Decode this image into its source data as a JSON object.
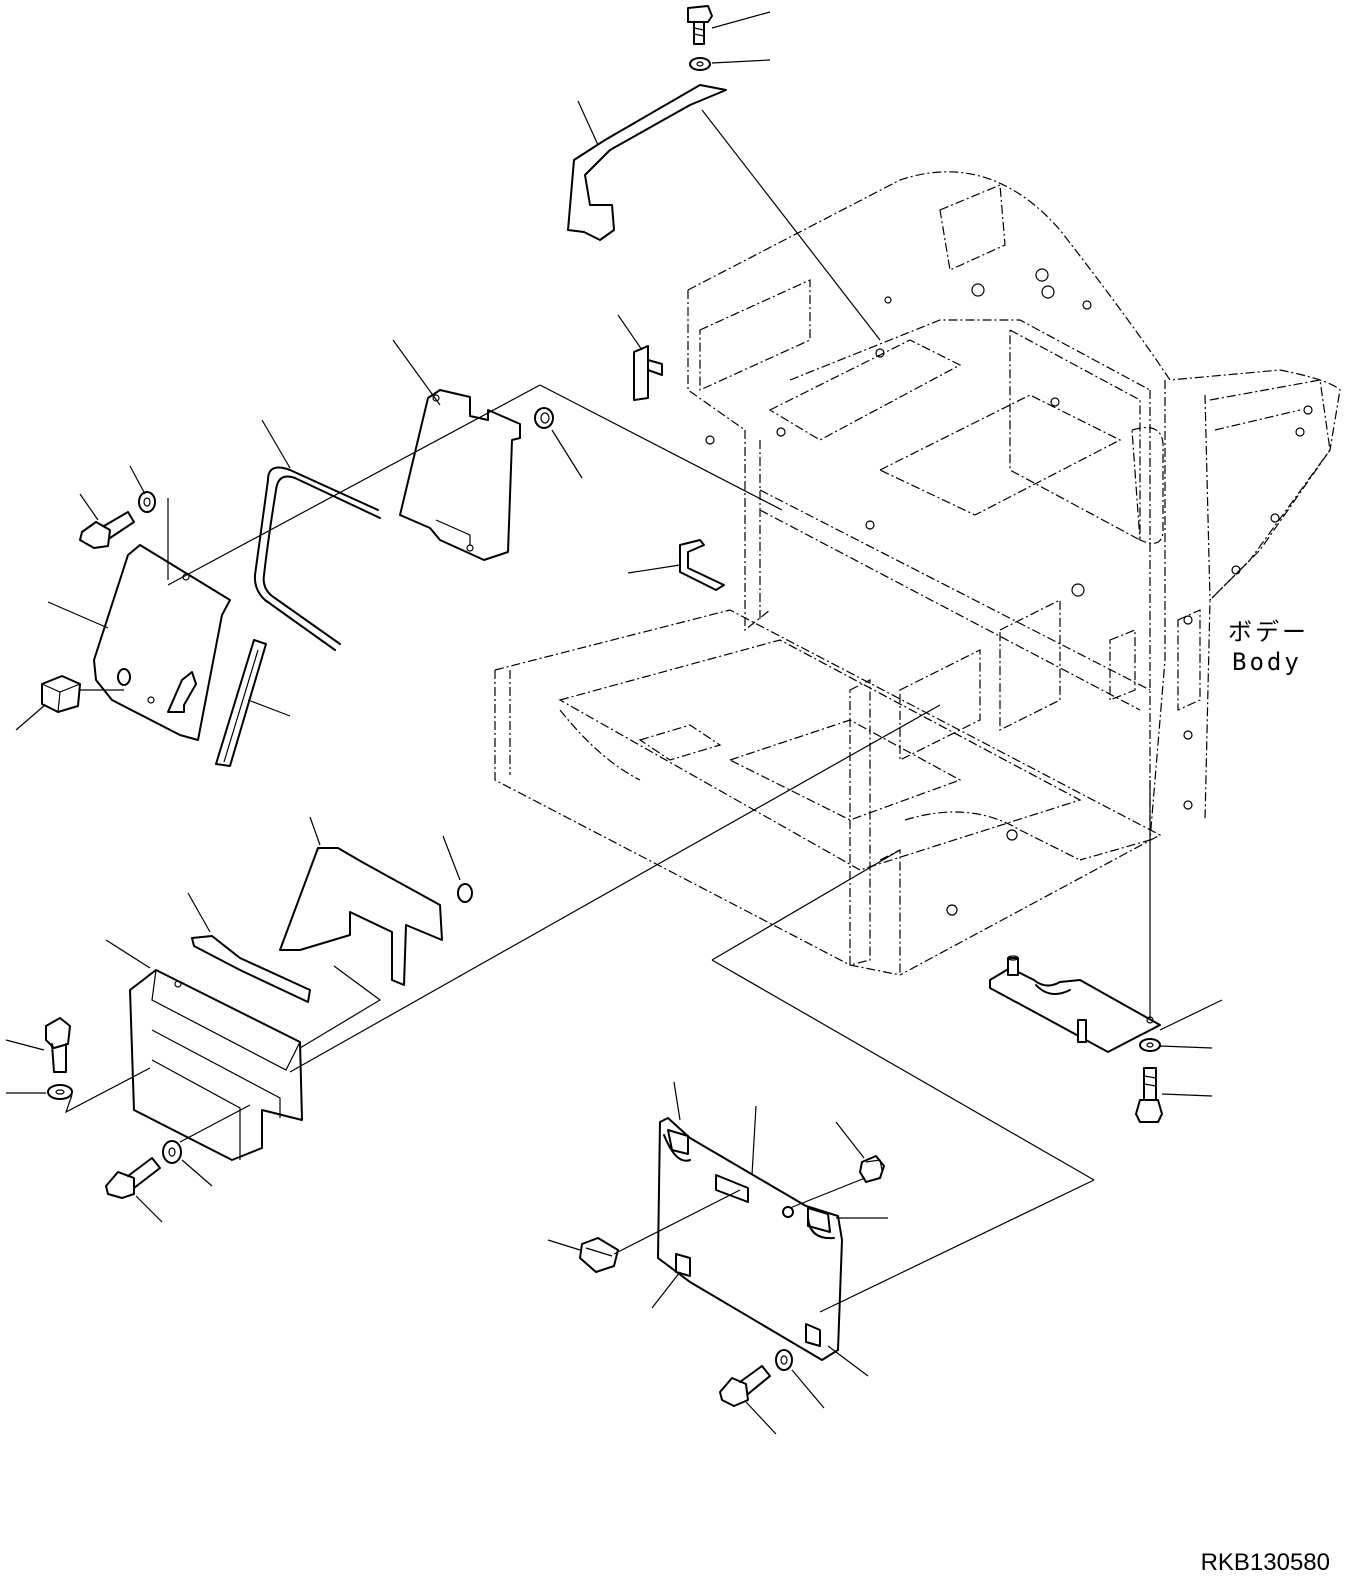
{
  "labels": {
    "body_jp": "ボデー",
    "body_en": "Body",
    "drawing_code": "RKB130580"
  }
}
